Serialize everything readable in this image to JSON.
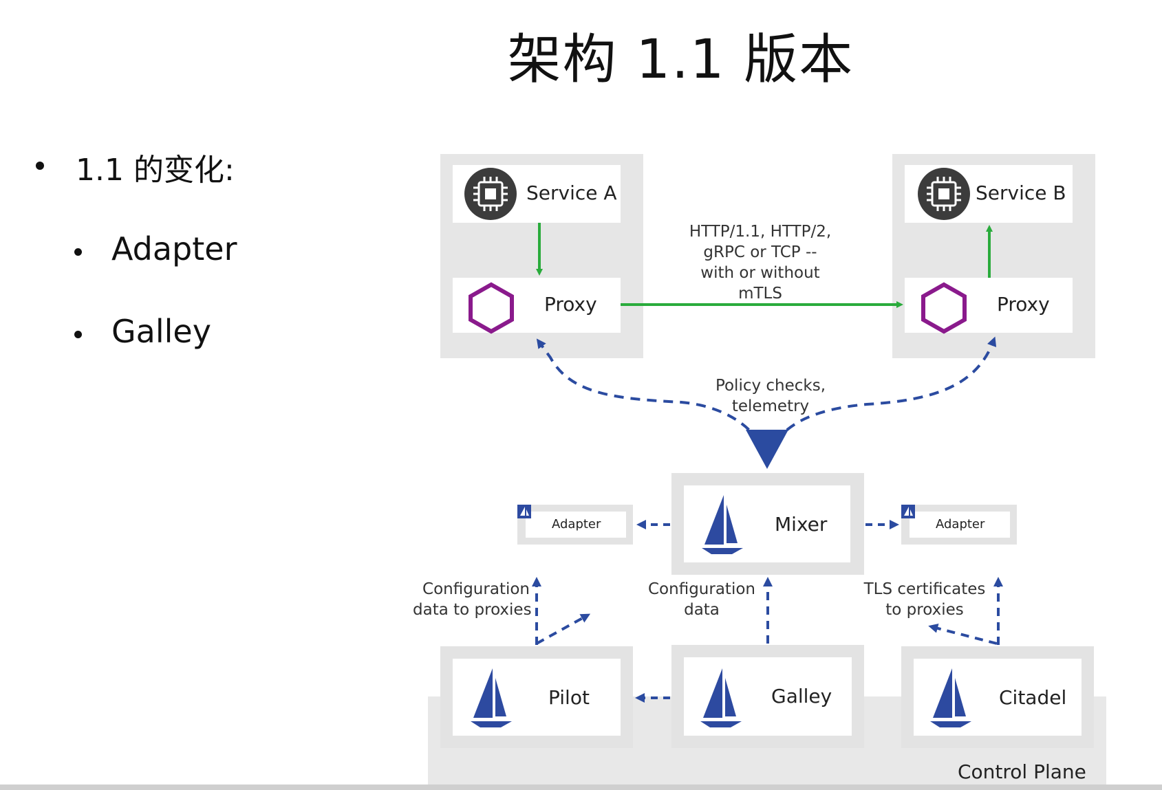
{
  "title": "架构 1.1 版本",
  "bullets": {
    "main": "1.1 的变化:",
    "items": [
      "Adapter",
      "Galley"
    ]
  },
  "diagram": {
    "service_a": "Service A",
    "service_b": "Service B",
    "proxy_a": "Proxy",
    "proxy_b": "Proxy",
    "protocol_note": [
      "HTTP/1.1, HTTP/2,",
      "gRPC or TCP --",
      "with or without",
      "mTLS"
    ],
    "policy_note": [
      "Policy checks,",
      "telemetry"
    ],
    "mixer": "Mixer",
    "adapter_left": "Adapter",
    "adapter_right": "Adapter",
    "pilot_note": [
      "Configuration",
      "data to proxies"
    ],
    "galley_note": [
      "Configuration",
      "data"
    ],
    "citadel_note": [
      "TLS certificates",
      "to proxies"
    ],
    "pilot": "Pilot",
    "galley": "Galley",
    "citadel": "Citadel",
    "control_plane": "Control Plane"
  },
  "colors": {
    "green_arrow": "#2aab3c",
    "blue_dash": "#2b4ba0",
    "proxy_hex": "#8a1a8c",
    "chip_circle": "#3c3c3c",
    "sail": "#2d4aa0",
    "panel": "#e3e3e3"
  },
  "icons": [
    "chip-icon",
    "hexagon-icon",
    "sail-icon"
  ]
}
